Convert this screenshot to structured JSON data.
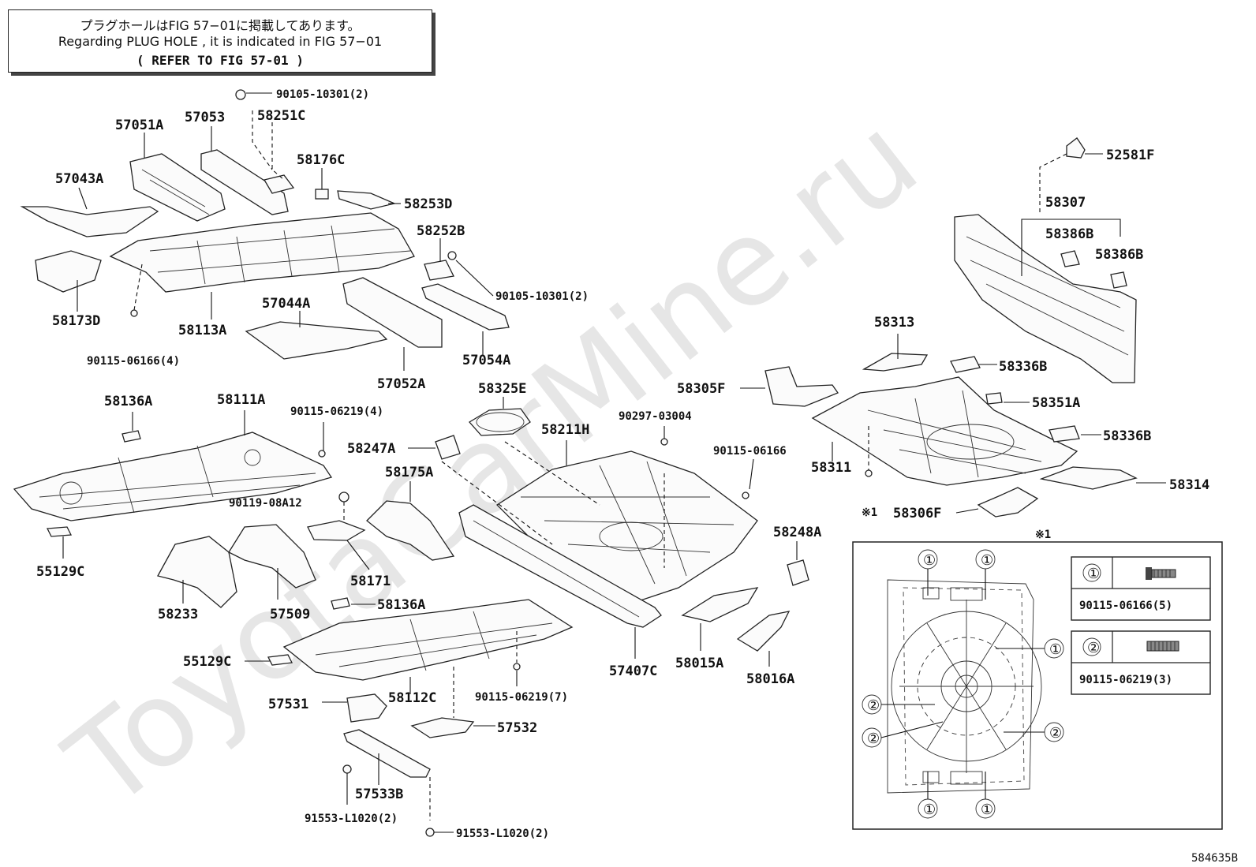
{
  "note": {
    "jp": "プラグホールはFIG 57−01に掲載してあります。",
    "en": "Regarding PLUG HOLE , it is indicated in FIG 57−01",
    "ref": "( REFER TO FIG 57-01 )"
  },
  "watermark": "ToyotaCarMine.ru",
  "labels": {
    "p90105_10301_top": "90105-10301(2)",
    "p57051A": "57051A",
    "p57053": "57053",
    "p58251C": "58251C",
    "p58176C": "58176C",
    "p57043A": "57043A",
    "p58253D": "58253D",
    "p58252B": "58252B",
    "p90105_10301_mid": "90105-10301(2)",
    "p58173D": "58173D",
    "p57044A": "57044A",
    "p58113A": "58113A",
    "p57054A": "57054A",
    "p90115_06166_4": "90115-06166(4)",
    "p57052A": "57052A",
    "p52581F": "52581F",
    "p58307": "58307",
    "p58386B_left": "58386B",
    "p58386B_right": "58386B",
    "p58313": "58313",
    "p58336B_top": "58336B",
    "p58305F": "58305F",
    "p58351A": "58351A",
    "p58336B_mid": "58336B",
    "p58311": "58311",
    "p58314": "58314",
    "p58306F": "58306F",
    "p58136A_top": "58136A",
    "p58111A": "58111A",
    "p90115_06219_4": "90115-06219(4)",
    "p58325E": "58325E",
    "p90297_03004": "90297-03004",
    "p58211H": "58211H",
    "p58247A": "58247A",
    "p90115_06166": "90115-06166",
    "p58175A": "58175A",
    "p90119_08A12": "90119-08A12",
    "p55129C_left": "55129C",
    "p58248A": "58248A",
    "p58171": "58171",
    "p58233": "58233",
    "p57509": "57509",
    "p58136A_mid": "58136A",
    "p55129C_mid": "55129C",
    "p57407C": "57407C",
    "p58015A": "58015A",
    "p58016A": "58016A",
    "p58112C": "58112C",
    "p90115_06219_7": "90115-06219(7)",
    "p57531": "57531",
    "p57532": "57532",
    "p57533B": "57533B",
    "p91553_L1020_a": "91553-L1020(2)",
    "p91553_L1020_b": "91553-L1020(2)",
    "mark1": "※1",
    "mark1_inset": "※1"
  },
  "inset": {
    "legend": [
      {
        "num": "①",
        "part": "90115-06166(5)"
      },
      {
        "num": "②",
        "part": "90115-06219(3)"
      }
    ]
  },
  "figure_code": "584635B"
}
